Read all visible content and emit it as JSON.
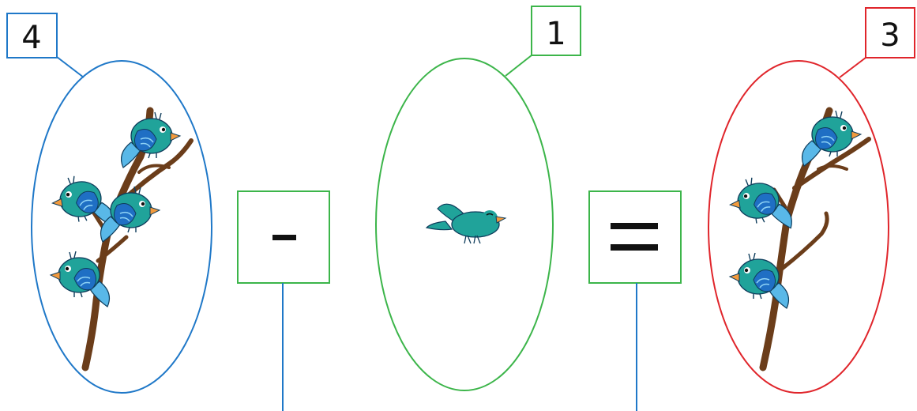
{
  "groups": [
    {
      "count": "4",
      "bird_count": 4,
      "color": "#1f78c8"
    },
    {
      "count": "1",
      "bird_count": 1,
      "color": "#3cb54a"
    },
    {
      "count": "3",
      "bird_count": 3,
      "color": "#e0252b"
    }
  ],
  "operators": {
    "minus": "-",
    "equals": "="
  },
  "colors": {
    "operator_box": "#3cb54a",
    "connector": "#1f78c8",
    "bird_body": "#20a39a",
    "bird_wing": "#1f6fc4",
    "bird_beak": "#f29a3d",
    "branch": "#6b3d1a"
  },
  "icons": [
    "bird-on-branch-icon",
    "flying-bird-icon",
    "branch-icon"
  ]
}
